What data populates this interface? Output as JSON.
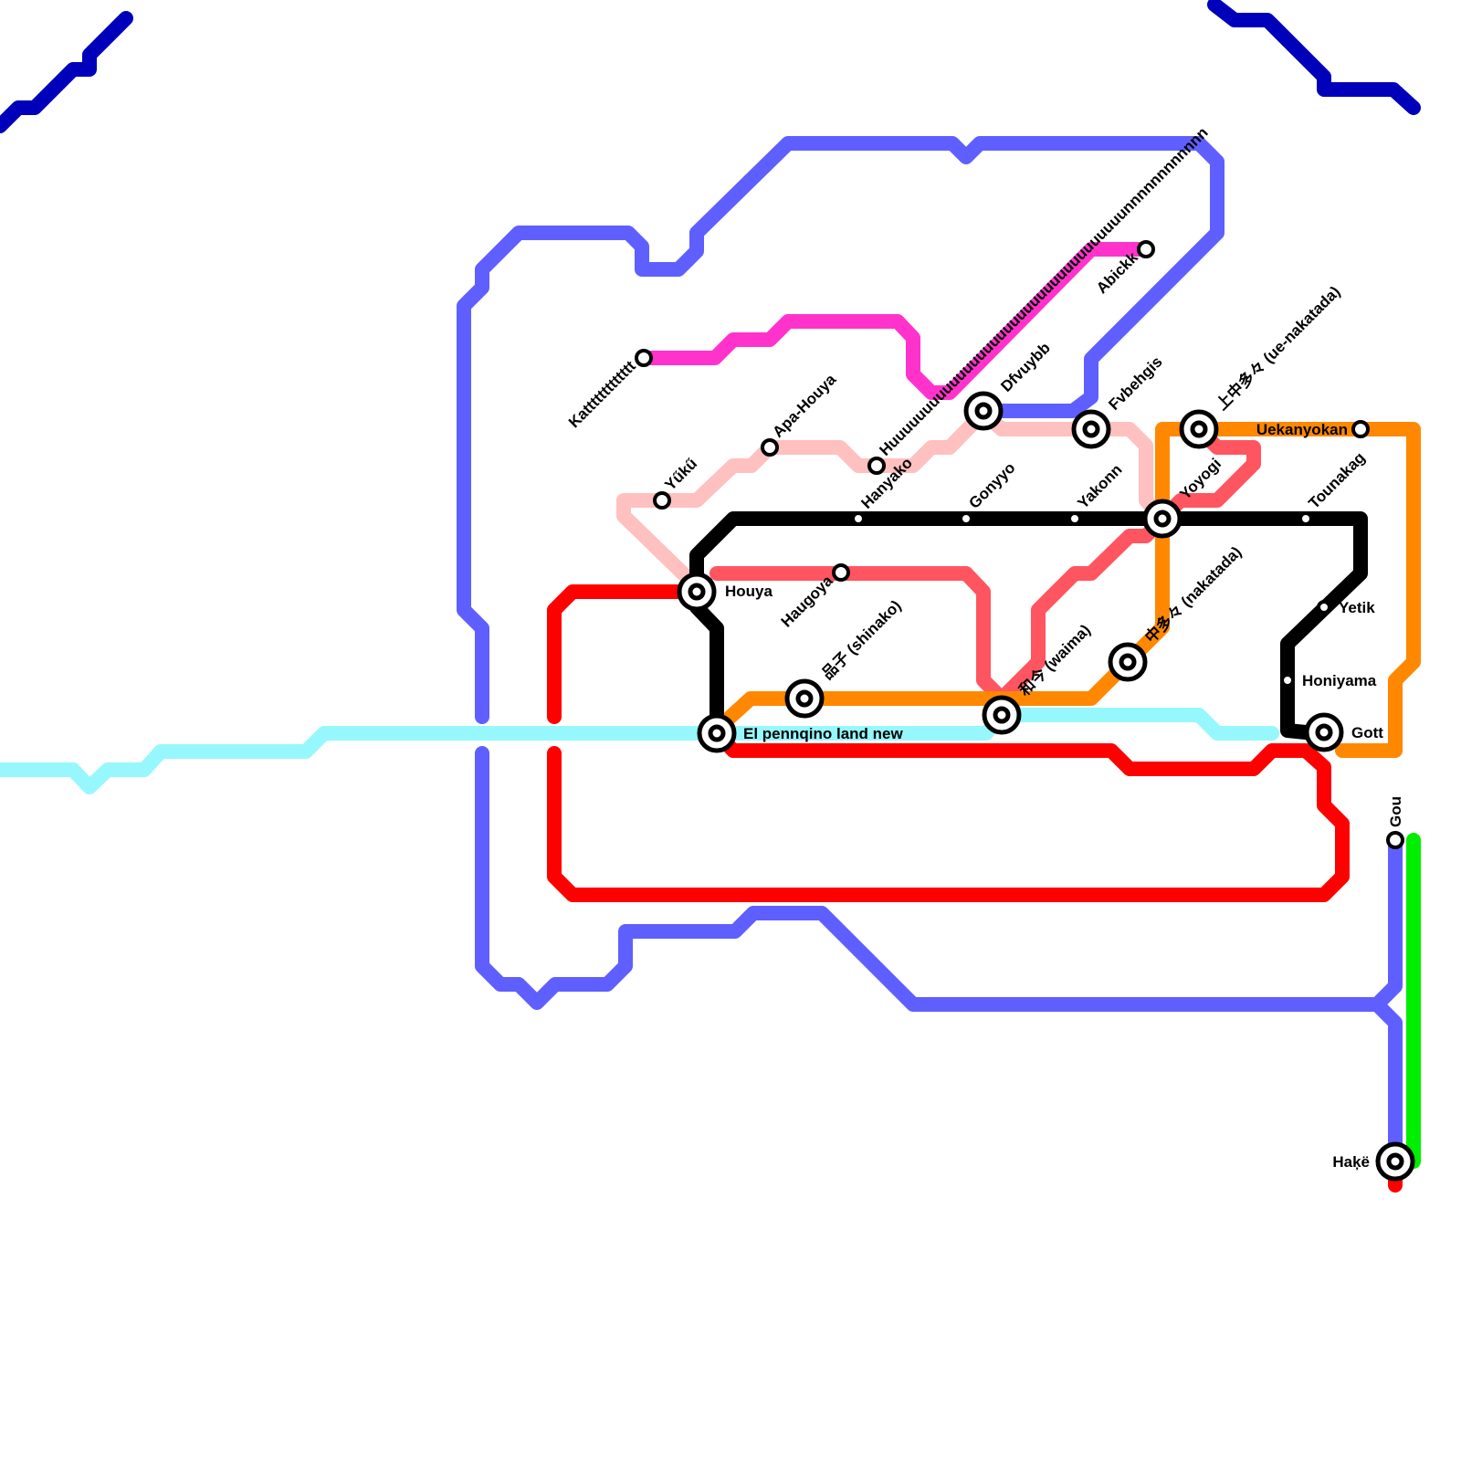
{
  "map": {
    "line_colors": {
      "dark_blue": "#0000bb",
      "blue": "#5f5fff",
      "cyan": "#96f8fc",
      "red": "#ff0000",
      "salmon": "#ff5560",
      "light_pink": "#ffc0c0",
      "magenta": "#ff33cc",
      "black": "#000000",
      "orange": "#ff8800",
      "green": "#00ee00"
    },
    "stations": {
      "houya": "Houya",
      "el_pennqino": "El pennqino land new",
      "shinako": "品子 (shinako)",
      "dfvuybb": "Dfvuybb",
      "fvbehgis": "Fvbehgis",
      "ue_nakatada": "上中多々 (ue-nakatada)",
      "yoyogi": "Yoyogi",
      "nakatada": "中多々 (nakatada)",
      "waima": "和今 (waima)",
      "gott": "Gott",
      "hake": "Haķë",
      "katt": "Kattttttttttttt",
      "yuku": "Yűkű",
      "apa_houya": "Apa-Houya",
      "huuu": "Huuuuuuuuuuuuuuuuuuuuuuuuuuuuuuuuuuunnnnnnnnnnnn",
      "hanyako": "Hanyako",
      "gonyyo": "Gonyyo",
      "yakonn": "Yakonn",
      "tounakag": "Tounakag",
      "haugoya": "Haugoya",
      "abickk": "Abickk",
      "uekanyokan": "Uekanyokan",
      "yetik": "Yetik",
      "honiyama": "Honiyama",
      "gou": "Gou"
    }
  }
}
